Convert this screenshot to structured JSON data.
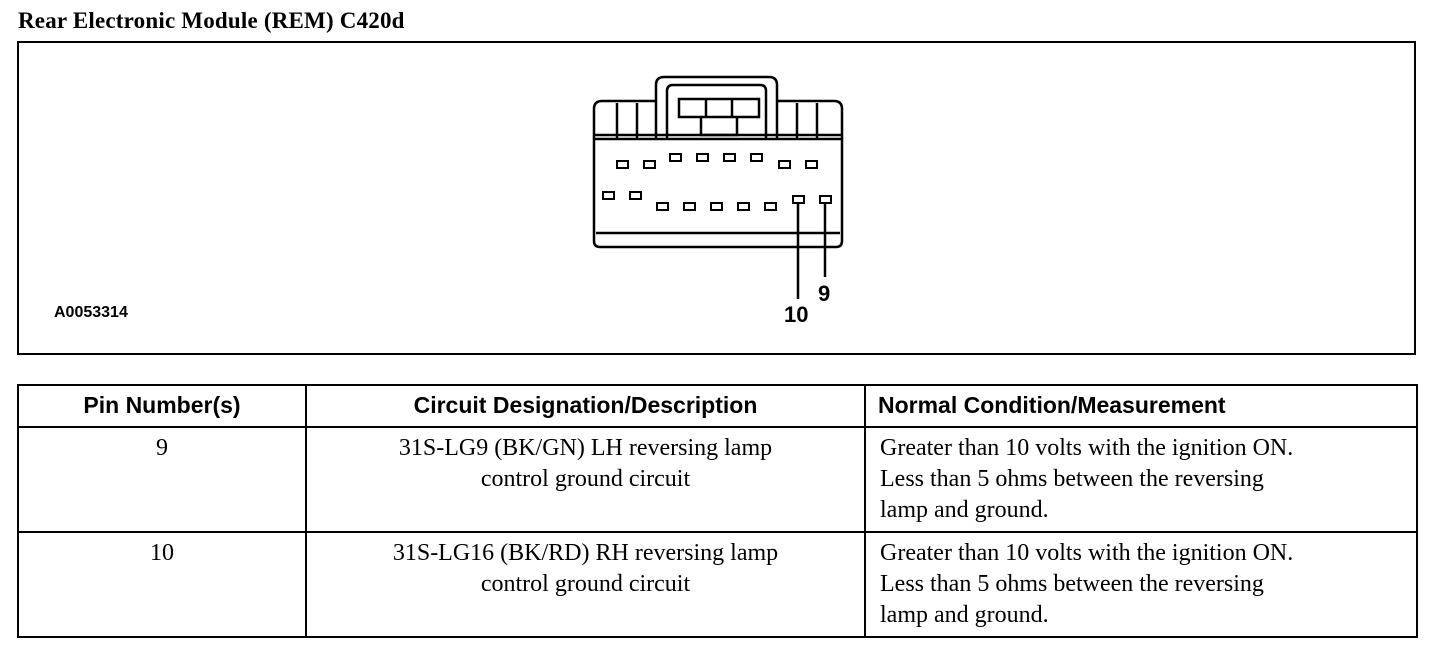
{
  "title": "Rear Electronic Module (REM) C420d",
  "figure": {
    "id": "A0053314",
    "pin_callouts": [
      "9",
      "10"
    ]
  },
  "table": {
    "headers": [
      "Pin Number(s)",
      "Circuit Designation/Description",
      "Normal Condition/Measurement"
    ],
    "rows": [
      {
        "pin": "9",
        "description_lines": [
          "31S-LG9 (BK/GN) LH reversing lamp",
          "control ground circuit"
        ],
        "normal_lines": [
          "Greater than 10 volts with the ignition ON.",
          "Less than 5 ohms between the reversing",
          "lamp and ground."
        ]
      },
      {
        "pin": "10",
        "description_lines": [
          "31S-LG16 (BK/RD) RH reversing lamp",
          "control ground circuit"
        ],
        "normal_lines": [
          "Greater than 10 volts with the ignition ON.",
          "Less than 5 ohms between the reversing",
          "lamp and ground."
        ]
      }
    ]
  }
}
